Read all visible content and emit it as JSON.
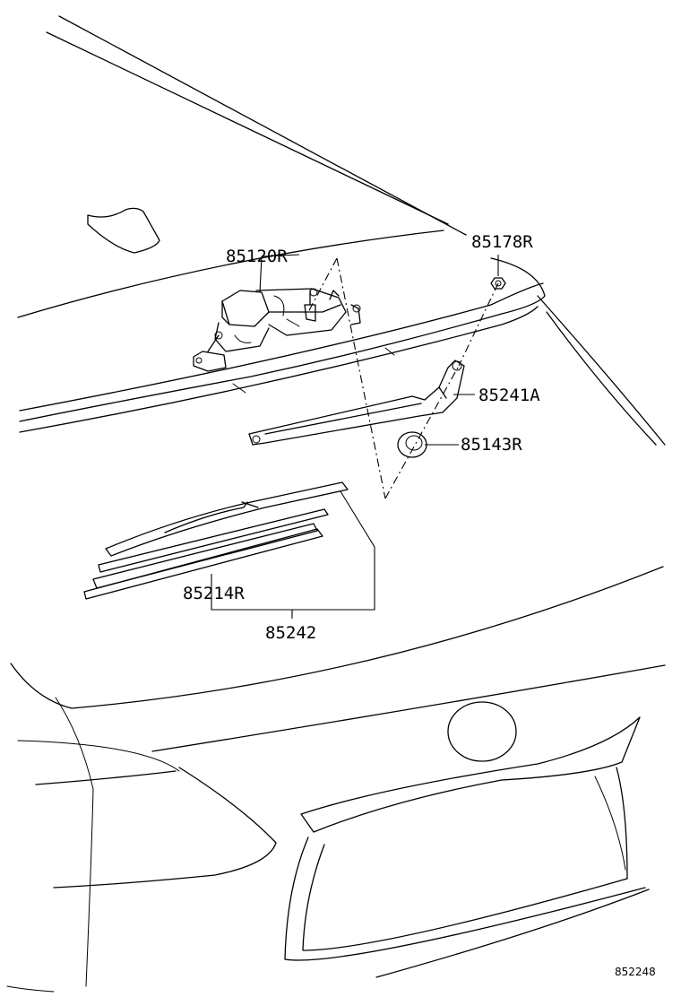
{
  "parts": [
    {
      "id": "motor",
      "code": "85120R"
    },
    {
      "id": "nut",
      "code": "85178R"
    },
    {
      "id": "arm",
      "code": "85241A"
    },
    {
      "id": "cap",
      "code": "85143R"
    },
    {
      "id": "rubber",
      "code": "85214R"
    },
    {
      "id": "blade-assy",
      "code": "85242"
    }
  ],
  "figure_code": "852248"
}
